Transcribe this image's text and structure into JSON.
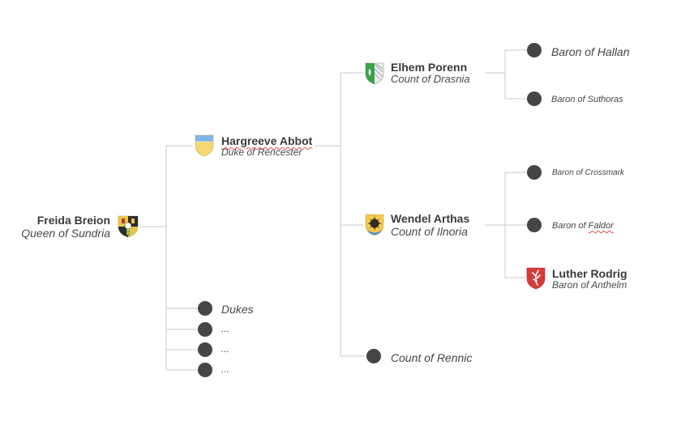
{
  "root": {
    "name": "Freida Breion",
    "title": "Queen of Sundria",
    "crest": "quartered-arms-crest"
  },
  "level1": {
    "duke": {
      "name": "Hargreeve Abbot",
      "title": "Duke of Rencester",
      "crest": "yellow-shield-crest"
    },
    "others": [
      {
        "label": "Dukes"
      },
      {
        "label": "..."
      },
      {
        "label": "..."
      },
      {
        "label": "..."
      }
    ]
  },
  "level2": {
    "count_drasnia": {
      "name": "Elhem Porenn",
      "title": "Count of Drasnia",
      "crest": "green-shield-crest"
    },
    "count_ilnoria": {
      "name": "Wendel Arthas",
      "title": "Count of Ilnoria",
      "crest": "sun-shield-crest"
    },
    "count_rennic": {
      "label": "Count of Rennic"
    }
  },
  "level3": {
    "hallan": {
      "label": "Baron of Hallan"
    },
    "suthoras": {
      "label": "Baron of Suthoras"
    },
    "crossmark": {
      "label": "Baron of Crossmark"
    },
    "faldor": {
      "prefix": "Baron of ",
      "place": "Faldor"
    },
    "anthelm": {
      "name": "Luther Rodrig",
      "title": "Baron of Anthelm",
      "crest": "red-antler-crest"
    }
  },
  "colors": {
    "line": "#c8c8c8",
    "node": "#454545",
    "text": "#3a3a3a",
    "spellcheck": "#e05050"
  }
}
